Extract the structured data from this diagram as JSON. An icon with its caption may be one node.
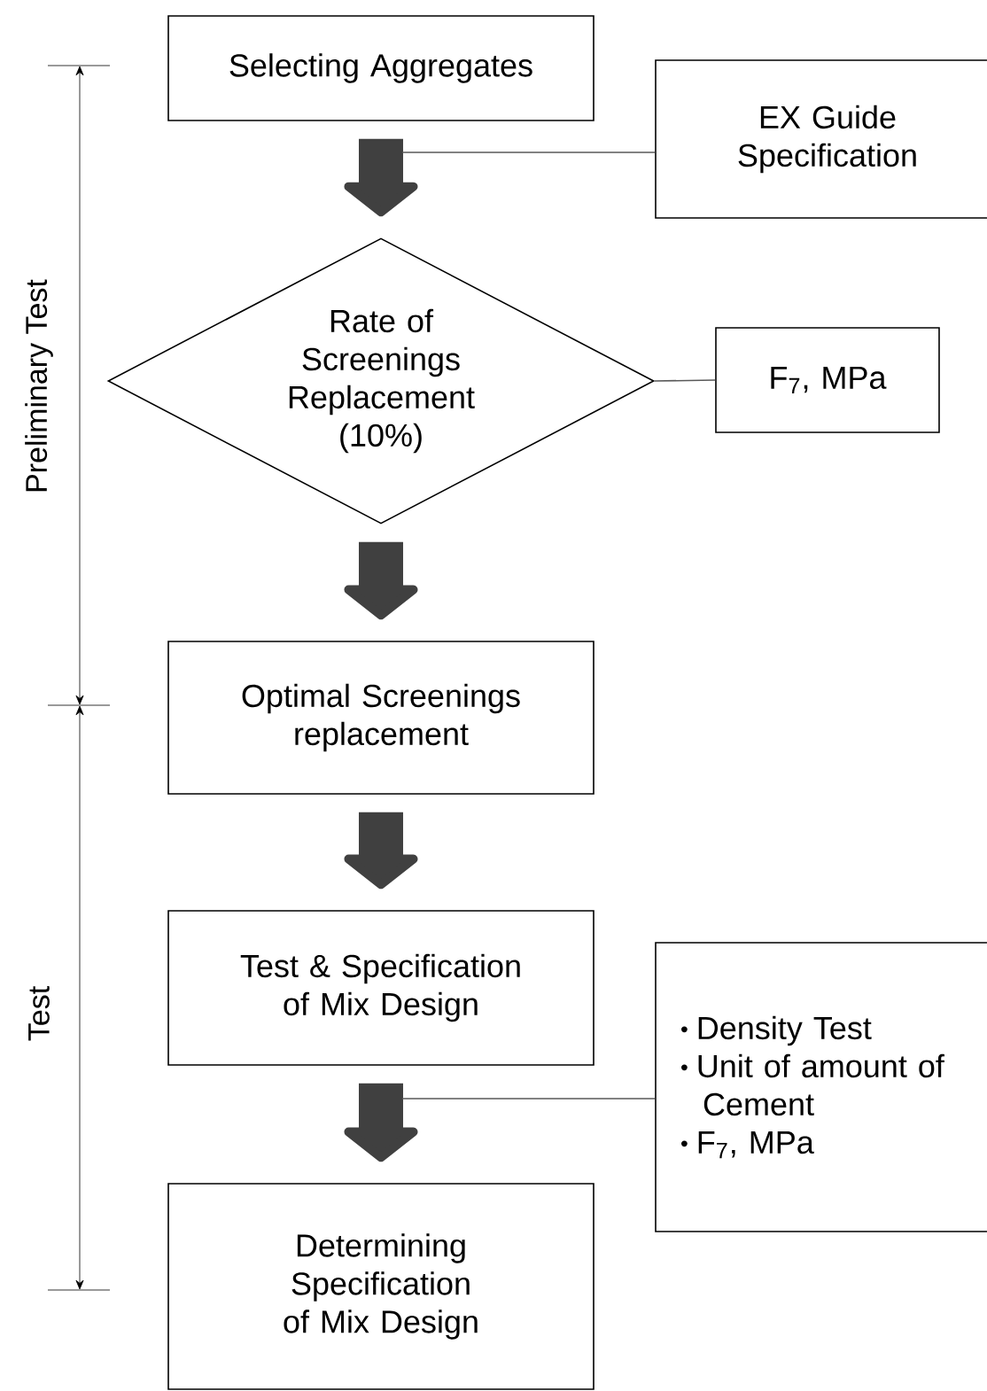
{
  "diagram": {
    "nodes": [
      {
        "text": [
          "Selecting Aggregates"
        ]
      },
      {
        "text": [
          "EX Guide Specification"
        ]
      },
      {
        "text": [
          "Rate of Screenings Replacement (10%)"
        ]
      },
      {
        "text": [
          "F$_{7}$, MPa"
        ]
      },
      {
        "text": [
          "Optimal Screenings replacement"
        ]
      },
      {
        "text": [
          "Test & Specification of Mix Design"
        ]
      },
      {
        "text": [
          "Density Test",
          "Unit of amount of Cement",
          "F$_{7}$, MPa"
        ]
      },
      {
        "text": [
          "Determining Specification of Mix Design"
        ]
      }
    ],
    "edges": [
      {
        "from": 0,
        "to": 2,
        "arrow": "to"
      },
      {
        "from": 1,
        "to": null,
        "arrow": "none",
        "color": "#595959"
      },
      {
        "from": 2,
        "to": 3,
        "arrow": "none",
        "color": "#595959"
      },
      {
        "from": 2,
        "to": 4,
        "arrow": "to"
      },
      {
        "from": 4,
        "to": 5,
        "arrow": "to"
      },
      {
        "from": 5,
        "to": 7,
        "arrow": "to"
      },
      {
        "from": 6,
        "to": null,
        "arrow": "none",
        "color": "#595959"
      }
    ],
    "labels": [
      "Preliminary Test",
      "Test"
    ]
  }
}
